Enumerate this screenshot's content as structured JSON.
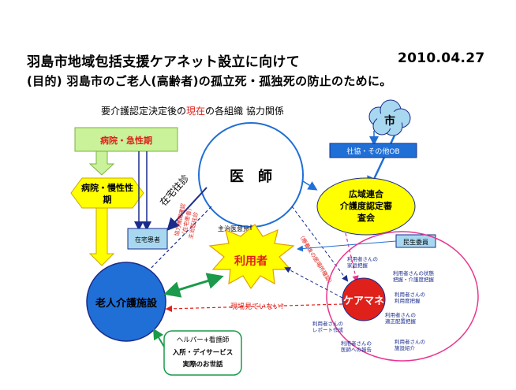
{
  "header": {
    "title": "羽島市地域包括支援ケアネット設立に向けて",
    "date": "2010.04.27",
    "purpose": "(目的)  羽島市のご老人(高齢者)の孤立死・孤独死の防止のために。",
    "subtitle_pre": "要介護認定決定後の各組織 ",
    "subtitle_hl": "現在",
    "subtitle_post": "の各組織  協力関係"
  },
  "nodes": {
    "city": "市",
    "social_welfare": "社協・その他OB",
    "acute_hospital": "病院・急性期",
    "chronic_hospital_1": "病院・慢性性",
    "chronic_hospital_2": "期",
    "doctor": "医　師",
    "regional_union_1": "広域連合",
    "regional_union_2": "介護度認定審",
    "regional_union_3": "査会",
    "home_patient": "在宅患者",
    "user": "利用者",
    "welfare_commissioner": "民生委員",
    "care_facility": "老人介護施設",
    "care_manager": "ケアマネ",
    "helper_1": "ヘルパー+看護師",
    "helper_2": "入所・デイサービス",
    "helper_3": "実際のお世話"
  },
  "labels": {
    "home_visit": "在宅往診",
    "doctor_opinion": "主治医意見書",
    "coop_confirm_1": "協力機関確認",
    "coop_confirm_2": "（在宅患者）",
    "coop_confirm_3": "主治医往診",
    "onsite_unseen": "現場見ていない?",
    "rehab_note": "（療養後の居場所確認）",
    "user_home_1": "利用者さんの",
    "user_home_2": "家庭把握",
    "user_status_1": "利用者さんの状態",
    "user_status_2": "把握・介護度把握",
    "user_usage_1": "利用者さんの",
    "user_usage_2": "利用度把握",
    "proper_place_1": "利用者さんの",
    "proper_place_2": "適正配置把握",
    "report_1": "利用者さんの",
    "report_2": "レポート作成",
    "doctor_report_1": "利用者さんの",
    "doctor_report_2": "医師への報告",
    "facility_intro_1": "利用者さんの",
    "facility_intro_2": "施設紹介"
  },
  "colors": {
    "yellow": "#ffff00",
    "green_box": "#c9f29a",
    "light_blue": "#a8d8f0",
    "blue": "#1f6fd6",
    "navy": "#1a2b8c",
    "red": "#e0201a",
    "magenta": "#e8368f",
    "dark_green": "#1a9a4a"
  }
}
